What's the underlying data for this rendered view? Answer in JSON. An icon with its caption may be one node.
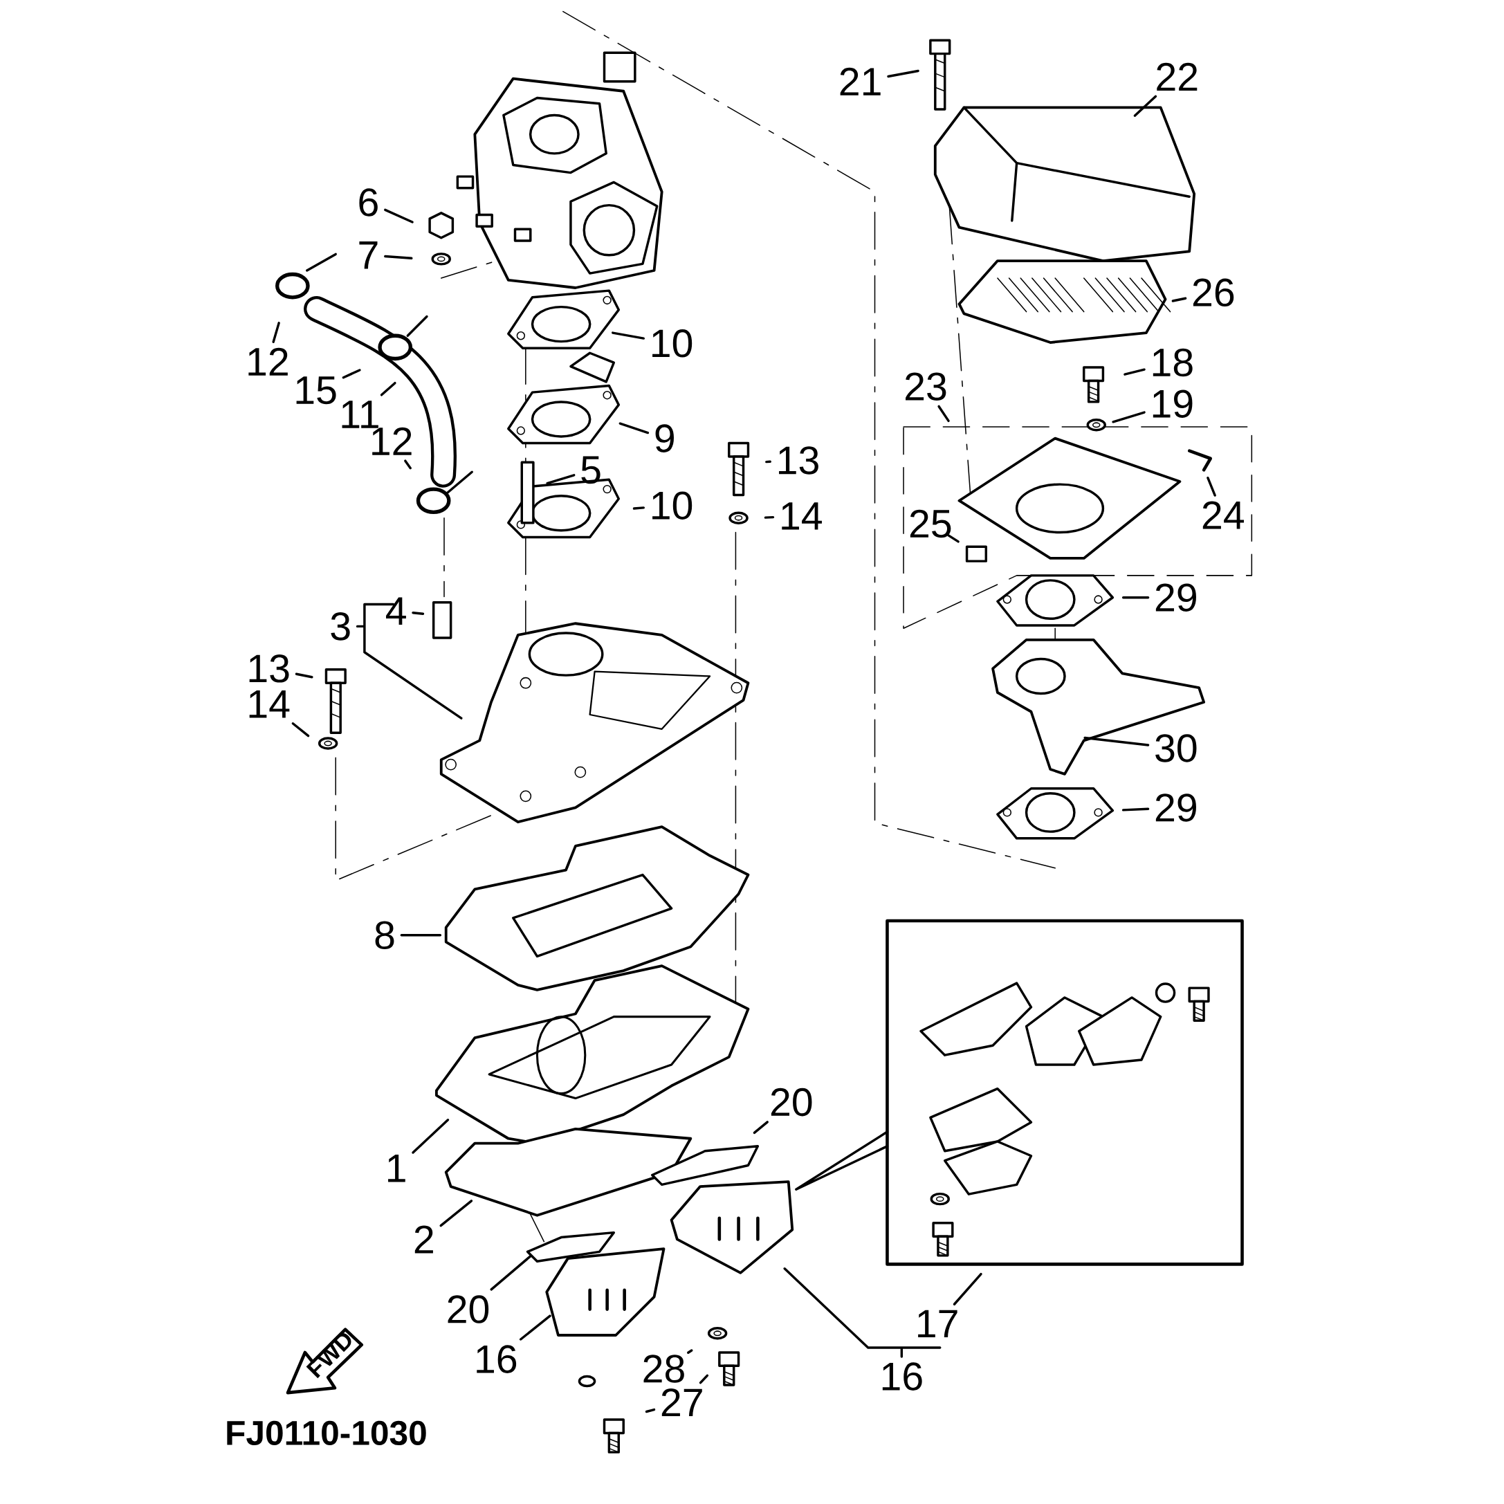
{
  "diagram": {
    "nodes": [
      {
        "text": [
          "21"
        ]
      },
      {
        "text": [
          "22"
        ]
      },
      {
        "text": [
          "6"
        ]
      },
      {
        "text": [
          "7"
        ]
      },
      {
        "text": [
          "26"
        ]
      },
      {
        "text": [
          "12"
        ]
      },
      {
        "text": [
          "10"
        ]
      },
      {
        "text": [
          "18"
        ]
      },
      {
        "text": [
          "23"
        ]
      },
      {
        "text": [
          "19"
        ]
      },
      {
        "text": [
          "15"
        ]
      },
      {
        "text": [
          "11"
        ]
      },
      {
        "text": [
          "9"
        ]
      },
      {
        "text": [
          "13"
        ]
      },
      {
        "text": [
          "24"
        ]
      },
      {
        "text": [
          "12"
        ]
      },
      {
        "text": [
          "5"
        ]
      },
      {
        "text": [
          "10"
        ]
      },
      {
        "text": [
          "14"
        ]
      },
      {
        "text": [
          "25"
        ]
      },
      {
        "text": [
          "29"
        ]
      },
      {
        "text": [
          "3"
        ]
      },
      {
        "text": [
          "4"
        ]
      },
      {
        "text": [
          "13"
        ]
      },
      {
        "text": [
          "14"
        ]
      },
      {
        "text": [
          "30"
        ]
      },
      {
        "text": [
          "29"
        ]
      },
      {
        "text": [
          "8"
        ]
      },
      {
        "text": [
          "20"
        ]
      },
      {
        "text": [
          "1"
        ]
      },
      {
        "text": [
          "2"
        ]
      },
      {
        "text": [
          "20"
        ]
      },
      {
        "text": [
          "17"
        ]
      },
      {
        "text": [
          "16"
        ]
      },
      {
        "text": [
          "28"
        ]
      },
      {
        "text": [
          "27"
        ]
      },
      {
        "text": [
          "16"
        ]
      }
    ],
    "edges": [
      {
        "from": 0,
        "to": null,
        "arrow": "none"
      },
      {
        "from": 1,
        "to": null,
        "arrow": "none"
      },
      {
        "from": 2,
        "to": null,
        "arrow": "none"
      },
      {
        "from": 3,
        "to": null,
        "arrow": "none"
      },
      {
        "from": 4,
        "to": null,
        "arrow": "none"
      },
      {
        "from": 5,
        "to": null,
        "arrow": "none"
      },
      {
        "from": 6,
        "to": null,
        "arrow": "none"
      },
      {
        "from": 7,
        "to": null,
        "arrow": "none"
      },
      {
        "from": 8,
        "to": null,
        "arrow": "none"
      },
      {
        "from": 9,
        "to": null,
        "arrow": "none"
      },
      {
        "from": 10,
        "to": null,
        "arrow": "none"
      },
      {
        "from": 11,
        "to": null,
        "arrow": "none"
      },
      {
        "from": 12,
        "to": null,
        "arrow": "none"
      },
      {
        "from": 13,
        "to": null,
        "arrow": "none"
      },
      {
        "from": 14,
        "to": null,
        "arrow": "none"
      },
      {
        "from": 15,
        "to": null,
        "arrow": "none"
      },
      {
        "from": 16,
        "to": null,
        "arrow": "none"
      },
      {
        "from": 17,
        "to": null,
        "arrow": "none"
      },
      {
        "from": 18,
        "to": null,
        "arrow": "none"
      },
      {
        "from": 19,
        "to": null,
        "arrow": "none"
      },
      {
        "from": 20,
        "to": null,
        "arrow": "none"
      },
      {
        "from": 21,
        "to": null,
        "arrow": "none"
      },
      {
        "from": 22,
        "to": null,
        "arrow": "none"
      },
      {
        "from": 23,
        "to": null,
        "arrow": "none"
      },
      {
        "from": 24,
        "to": null,
        "arrow": "none"
      },
      {
        "from": 25,
        "to": null,
        "arrow": "none"
      },
      {
        "from": 26,
        "to": null,
        "arrow": "none"
      },
      {
        "from": 27,
        "to": null,
        "arrow": "none"
      },
      {
        "from": 28,
        "to": null,
        "arrow": "none"
      },
      {
        "from": 29,
        "to": null,
        "arrow": "none"
      },
      {
        "from": 30,
        "to": null,
        "arrow": "none"
      },
      {
        "from": 31,
        "to": null,
        "arrow": "none"
      },
      {
        "from": 32,
        "to": null,
        "arrow": "none"
      },
      {
        "from": 33,
        "to": null,
        "arrow": "none"
      },
      {
        "from": 34,
        "to": null,
        "arrow": "none"
      },
      {
        "from": 35,
        "to": null,
        "arrow": "none"
      },
      {
        "from": 35,
        "to": null,
        "arrow": "none"
      },
      {
        "from": 36,
        "to": null,
        "arrow": "none"
      }
    ],
    "labels": [
      "FWD",
      "FJ0110-1030"
    ]
  }
}
